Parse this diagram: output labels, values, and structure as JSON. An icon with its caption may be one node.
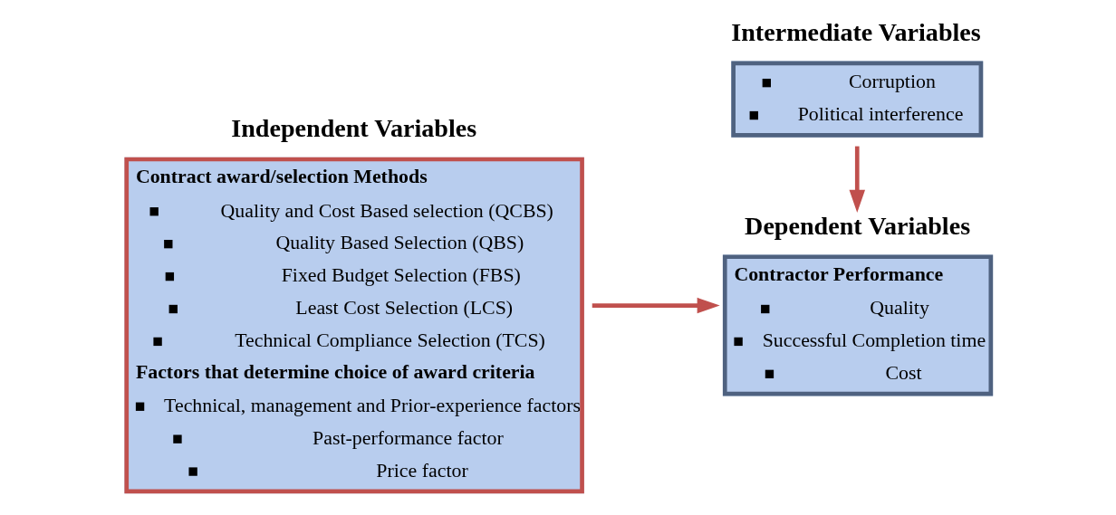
{
  "diagram": {
    "nodes": [
      {
        "text": [
          "Independent Variables",
          "Contract award/selection Methods",
          "Quality and Cost Based selection (QCBS)",
          "Quality Based Selection (QBS)",
          "Fixed Budget Selection (FBS)",
          "Least Cost Selection (LCS)",
          "Technical Compliance Selection (TCS)",
          "Factors that determine choice of award criteria",
          "Technical, management and Prior-experience factors",
          "Past-performance factor",
          "Price factor"
        ]
      },
      {
        "text": [
          "Dependent Variables",
          "Contractor Performance",
          "Quality",
          "Successful Completion time",
          "Cost"
        ]
      },
      {
        "text": [
          "Intermediate Variables",
          "Corruption",
          "Political interference"
        ]
      }
    ],
    "edges": [
      {
        "from": 0,
        "to": 1,
        "arrow": "to"
      },
      {
        "from": 2,
        "to": 1,
        "arrow": "to"
      }
    ]
  }
}
